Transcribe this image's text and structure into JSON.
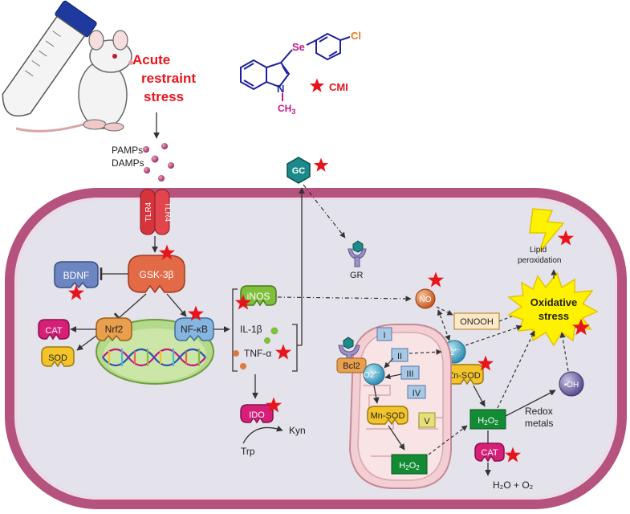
{
  "labels": {
    "stress_line1": "Acute",
    "stress_line2": "restraint",
    "stress_line3": "stress",
    "cmi": "CMI",
    "se": "Se",
    "cl": "Cl",
    "n": "N",
    "ch3": "CH",
    "ch3_sub": "3",
    "pamps": "PAMPs",
    "damps": "DAMPs",
    "tlr4": "TLR4",
    "gc": "GC",
    "gr": "GR",
    "gsk3b": "GSK-3β",
    "bdnf": "BDNF",
    "nrf2": "Nrf2",
    "nfkb": "NF-κB",
    "cat": "CAT",
    "sod": "SOD",
    "inos": "iNOS",
    "il1b": "IL-1β",
    "tnfa": "TNF-α",
    "ido": "IDO",
    "trp": "Trp",
    "kyn": "Kyn",
    "no": "NO",
    "onooh": "ONOOH",
    "oxidative_line1": "Oxidative",
    "oxidative_line2": "stress",
    "lipid_line1": "Lipid",
    "lipid_line2": "peroxidation",
    "o2_radical": "O2",
    "o2_dot": "•−",
    "cuzn_sod": "Cu,Zn-SOD",
    "oh": "•OH",
    "redox_line1": "Redox",
    "redox_line2": "metals",
    "h2o2_h": "H",
    "h2o2_2": "2",
    "h2o2_o": "O",
    "bcl2": "Bcl2",
    "mn_sod": "Mn-SOD",
    "complex_1": "I",
    "complex_2": "II",
    "complex_3": "III",
    "complex_4": "IV",
    "complex_5": "V",
    "water_o2": "H₂O + O₂"
  },
  "colors": {
    "stress_text": "#e8141c",
    "star": "#e8141c",
    "membrane": "#b5527e",
    "cytoplasm": "#e4e2ea",
    "gsk": "#e26a47",
    "bdnf": "#6d86c2",
    "nrf2": "#e8a04e",
    "nfkb": "#86b6e0",
    "cat": "#d51f79",
    "sod": "#f2c42a",
    "inos": "#7fbf3c",
    "gc": "#1c8a8a",
    "no": "#e07a3c",
    "onooh_fill": "#fde9c8",
    "oxidative": "#fff200",
    "o2_ball": "#4fb6d6",
    "h2o2": "#138a34",
    "mito_outer": "#f3cfd4",
    "complex": "#a9c8e6",
    "cmi_blue": "#1f1f9e",
    "cmi_magenta": "#c2168a"
  }
}
